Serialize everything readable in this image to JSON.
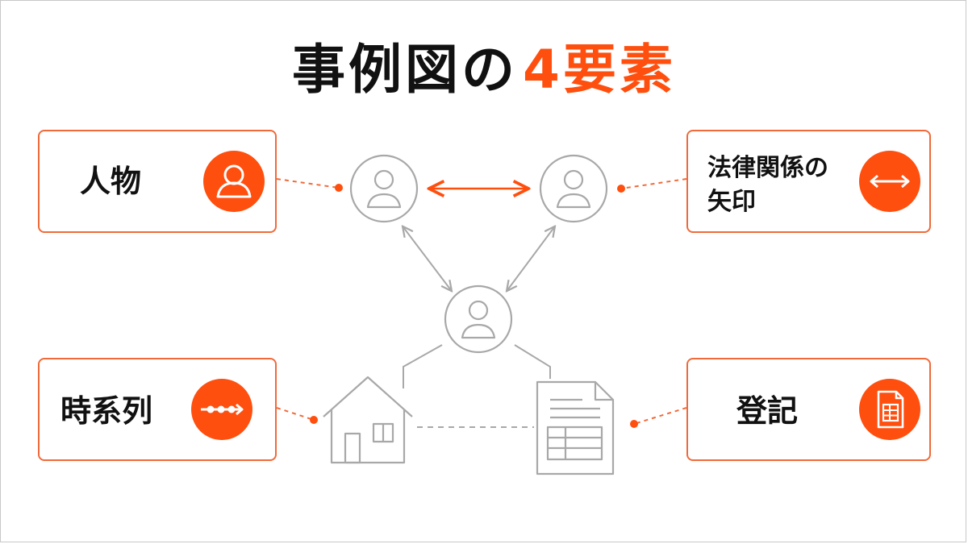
{
  "title": {
    "main": "事例図の",
    "accent": "4要素"
  },
  "cards": {
    "person": {
      "label": "人物",
      "icon": "person-icon"
    },
    "legal_arrow": {
      "label_line1": "法律関係の",
      "label_line2": "矢印",
      "icon": "double-arrow-icon"
    },
    "timeline": {
      "label": "時系列",
      "icon": "timeline-icon"
    },
    "registry": {
      "label": "登記",
      "icon": "document-table-icon"
    }
  },
  "colors": {
    "accent": "#ff4f0f",
    "border": "#f06a3a",
    "diagram_gray": "#a8a8a8"
  }
}
